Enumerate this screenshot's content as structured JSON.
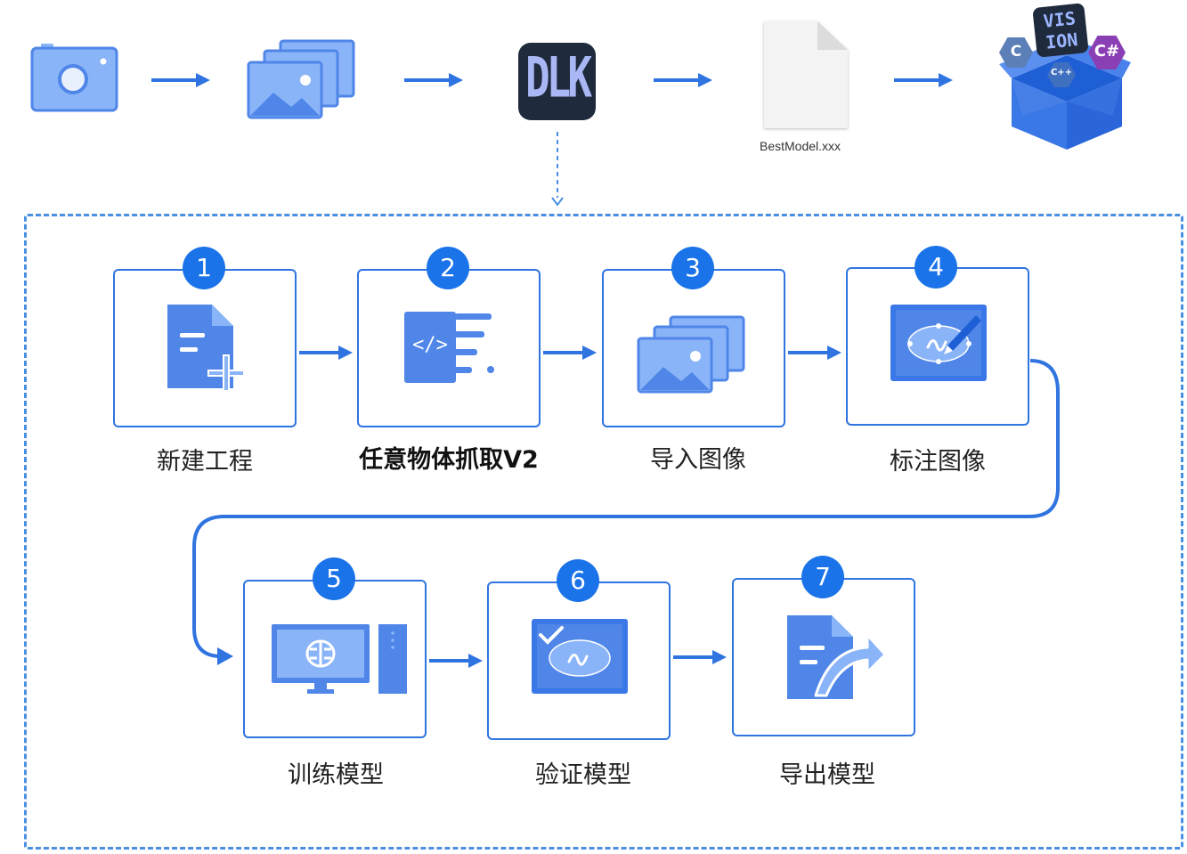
{
  "pipeline": {
    "camera_icon": "camera-icon",
    "images_icon": "image-stack-icon",
    "app_logo_text": "DLK",
    "model_file_caption": "BestModel.xxx",
    "package_badges": [
      "VIS",
      "ION",
      "C",
      "C#",
      "C++"
    ]
  },
  "steps": [
    {
      "number": "1",
      "label": "新建工程",
      "icon": "new-file-icon"
    },
    {
      "number": "2",
      "label": "任意物体抓取V2",
      "icon": "code-icon"
    },
    {
      "number": "3",
      "label": "导入图像",
      "icon": "image-stack-icon"
    },
    {
      "number": "4",
      "label": "标注图像",
      "icon": "annotate-image-icon"
    },
    {
      "number": "5",
      "label": "训练模型",
      "icon": "train-computer-icon"
    },
    {
      "number": "6",
      "label": "验证模型",
      "icon": "verify-image-icon"
    },
    {
      "number": "7",
      "label": "导出模型",
      "icon": "export-file-icon"
    }
  ],
  "colors": {
    "primary": "#1a73e8",
    "icon_blue": "#4f86e8",
    "icon_light": "#8ab4f8",
    "connector": "#2f74e0",
    "dashed": "#4a90e2",
    "logo_bg": "#1f2a3d"
  }
}
